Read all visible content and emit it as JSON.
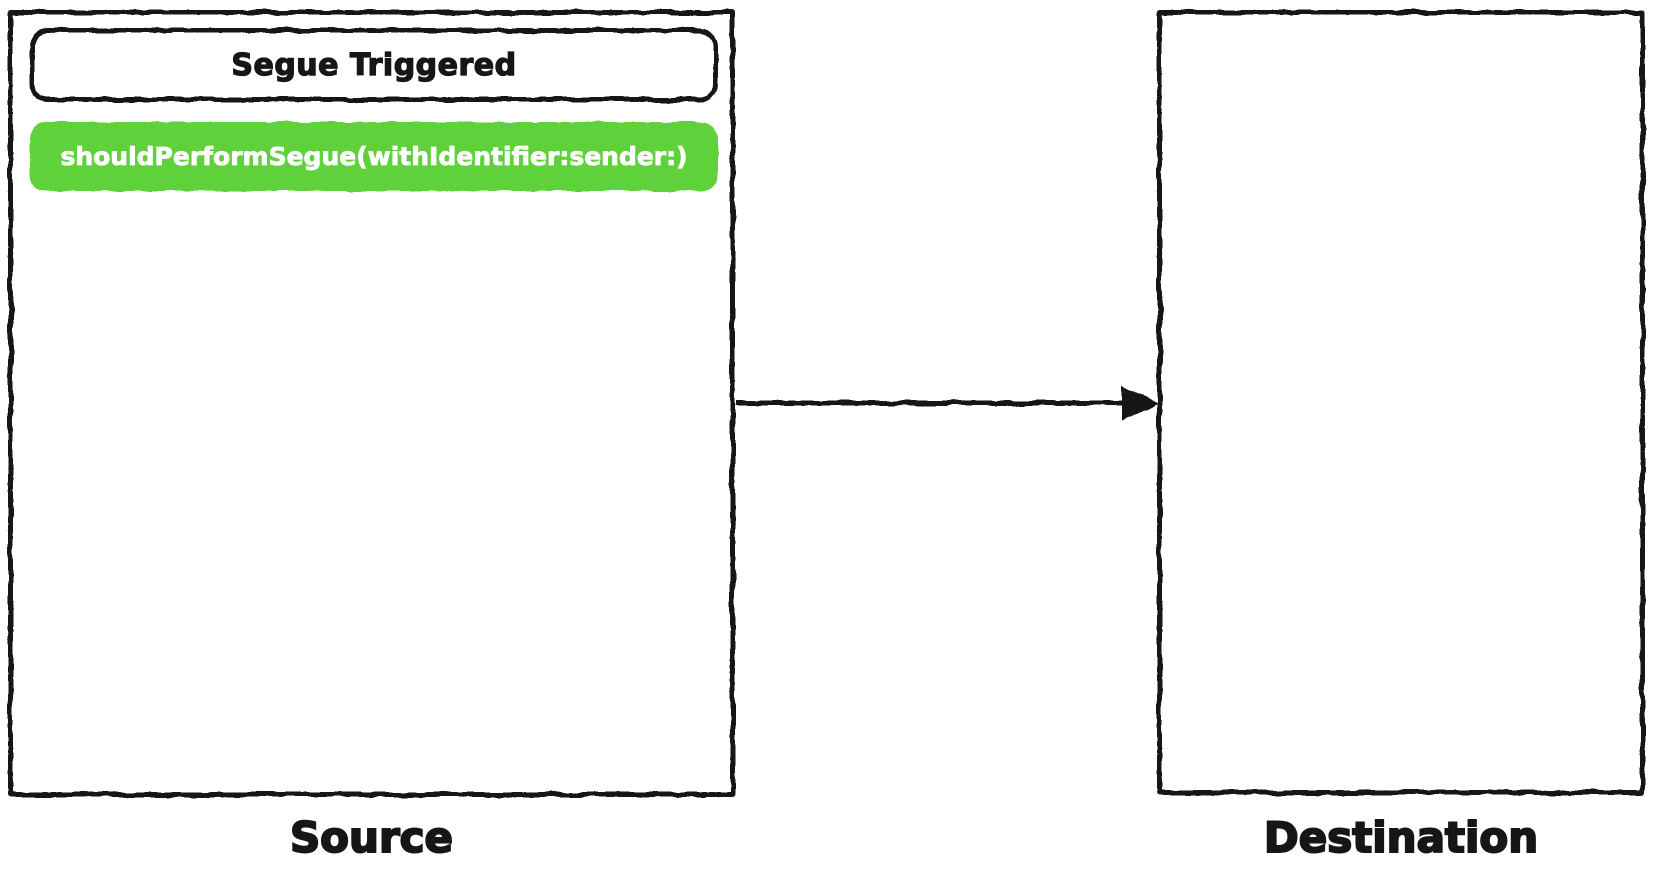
{
  "colors": {
    "ink": "#161616",
    "background": "#ffffff",
    "method_bg": "#5ed13a",
    "method_text": "#ffffff"
  },
  "source_panel": {
    "caption": "Source",
    "event_label": "Segue Triggered",
    "method_label": "shouldPerformSegue(withIdentifier:sender:)"
  },
  "destination_panel": {
    "caption": "Destination"
  },
  "flow_arrow": {
    "from": "Source",
    "to": "Destination",
    "direction": "right"
  }
}
